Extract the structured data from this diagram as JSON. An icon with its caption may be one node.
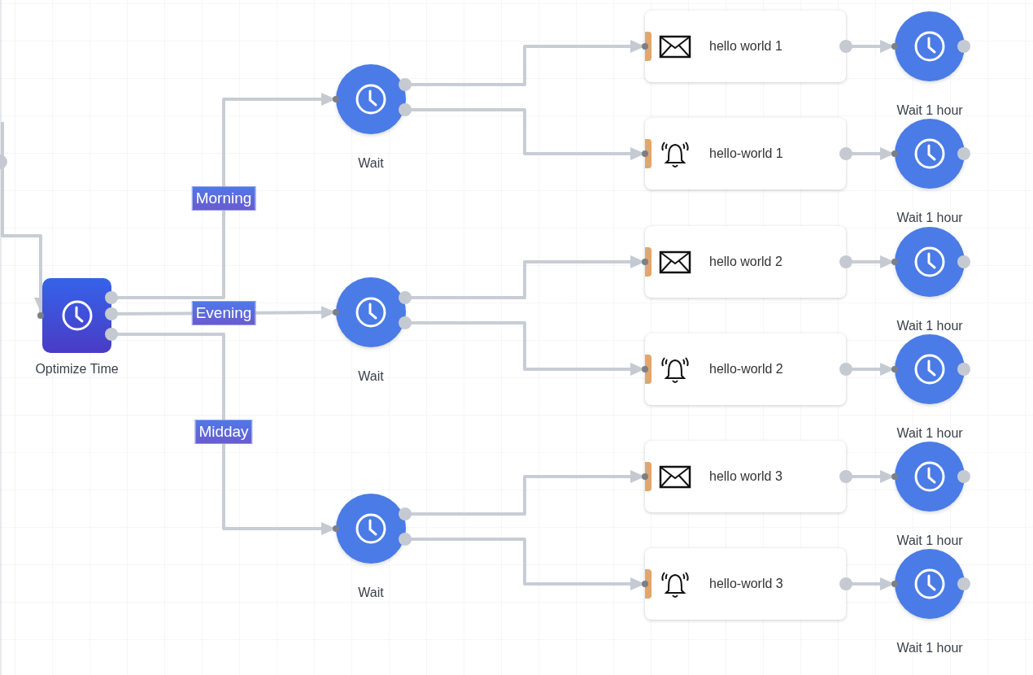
{
  "diagram": {
    "nodes": [
      {
        "text": [
          "Optimize Time"
        ]
      },
      {
        "text": [
          "Wait"
        ]
      },
      {
        "text": [
          "Wait"
        ]
      },
      {
        "text": [
          "Wait"
        ]
      },
      {
        "text": [
          "hello world 1"
        ]
      },
      {
        "text": [
          "hello-world 1"
        ]
      },
      {
        "text": [
          "hello world 2"
        ]
      },
      {
        "text": [
          "hello-world 2"
        ]
      },
      {
        "text": [
          "hello world 3"
        ]
      },
      {
        "text": [
          "hello-world 3"
        ]
      },
      {
        "text": [
          "Wait 1 hour"
        ]
      },
      {
        "text": [
          "Wait 1 hour"
        ]
      },
      {
        "text": [
          "Wait 1 hour"
        ]
      },
      {
        "text": [
          "Wait 1 hour"
        ]
      },
      {
        "text": [
          "Wait 1 hour"
        ]
      },
      {
        "text": [
          "Wait 1 hour"
        ]
      }
    ],
    "edges": [
      {
        "from": null,
        "to": 0,
        "arrow": "to"
      },
      {
        "from": 0,
        "to": 1,
        "arrow": "to",
        "label": "Morning"
      },
      {
        "from": 0,
        "to": 2,
        "arrow": "to",
        "label": "Evening"
      },
      {
        "from": 0,
        "to": 3,
        "arrow": "to",
        "label": "Midday"
      },
      {
        "from": 1,
        "to": 4,
        "arrow": "to"
      },
      {
        "from": 1,
        "to": 5,
        "arrow": "to"
      },
      {
        "from": 2,
        "to": 6,
        "arrow": "to"
      },
      {
        "from": 2,
        "to": 7,
        "arrow": "to"
      },
      {
        "from": 3,
        "to": 8,
        "arrow": "to"
      },
      {
        "from": 3,
        "to": 9,
        "arrow": "to"
      },
      {
        "from": 4,
        "to": 10,
        "arrow": "to"
      },
      {
        "from": 5,
        "to": 11,
        "arrow": "to"
      },
      {
        "from": 6,
        "to": 12,
        "arrow": "to"
      },
      {
        "from": 7,
        "to": 13,
        "arrow": "to"
      },
      {
        "from": 8,
        "to": 14,
        "arrow": "to"
      },
      {
        "from": 9,
        "to": 15,
        "arrow": "to"
      }
    ]
  }
}
